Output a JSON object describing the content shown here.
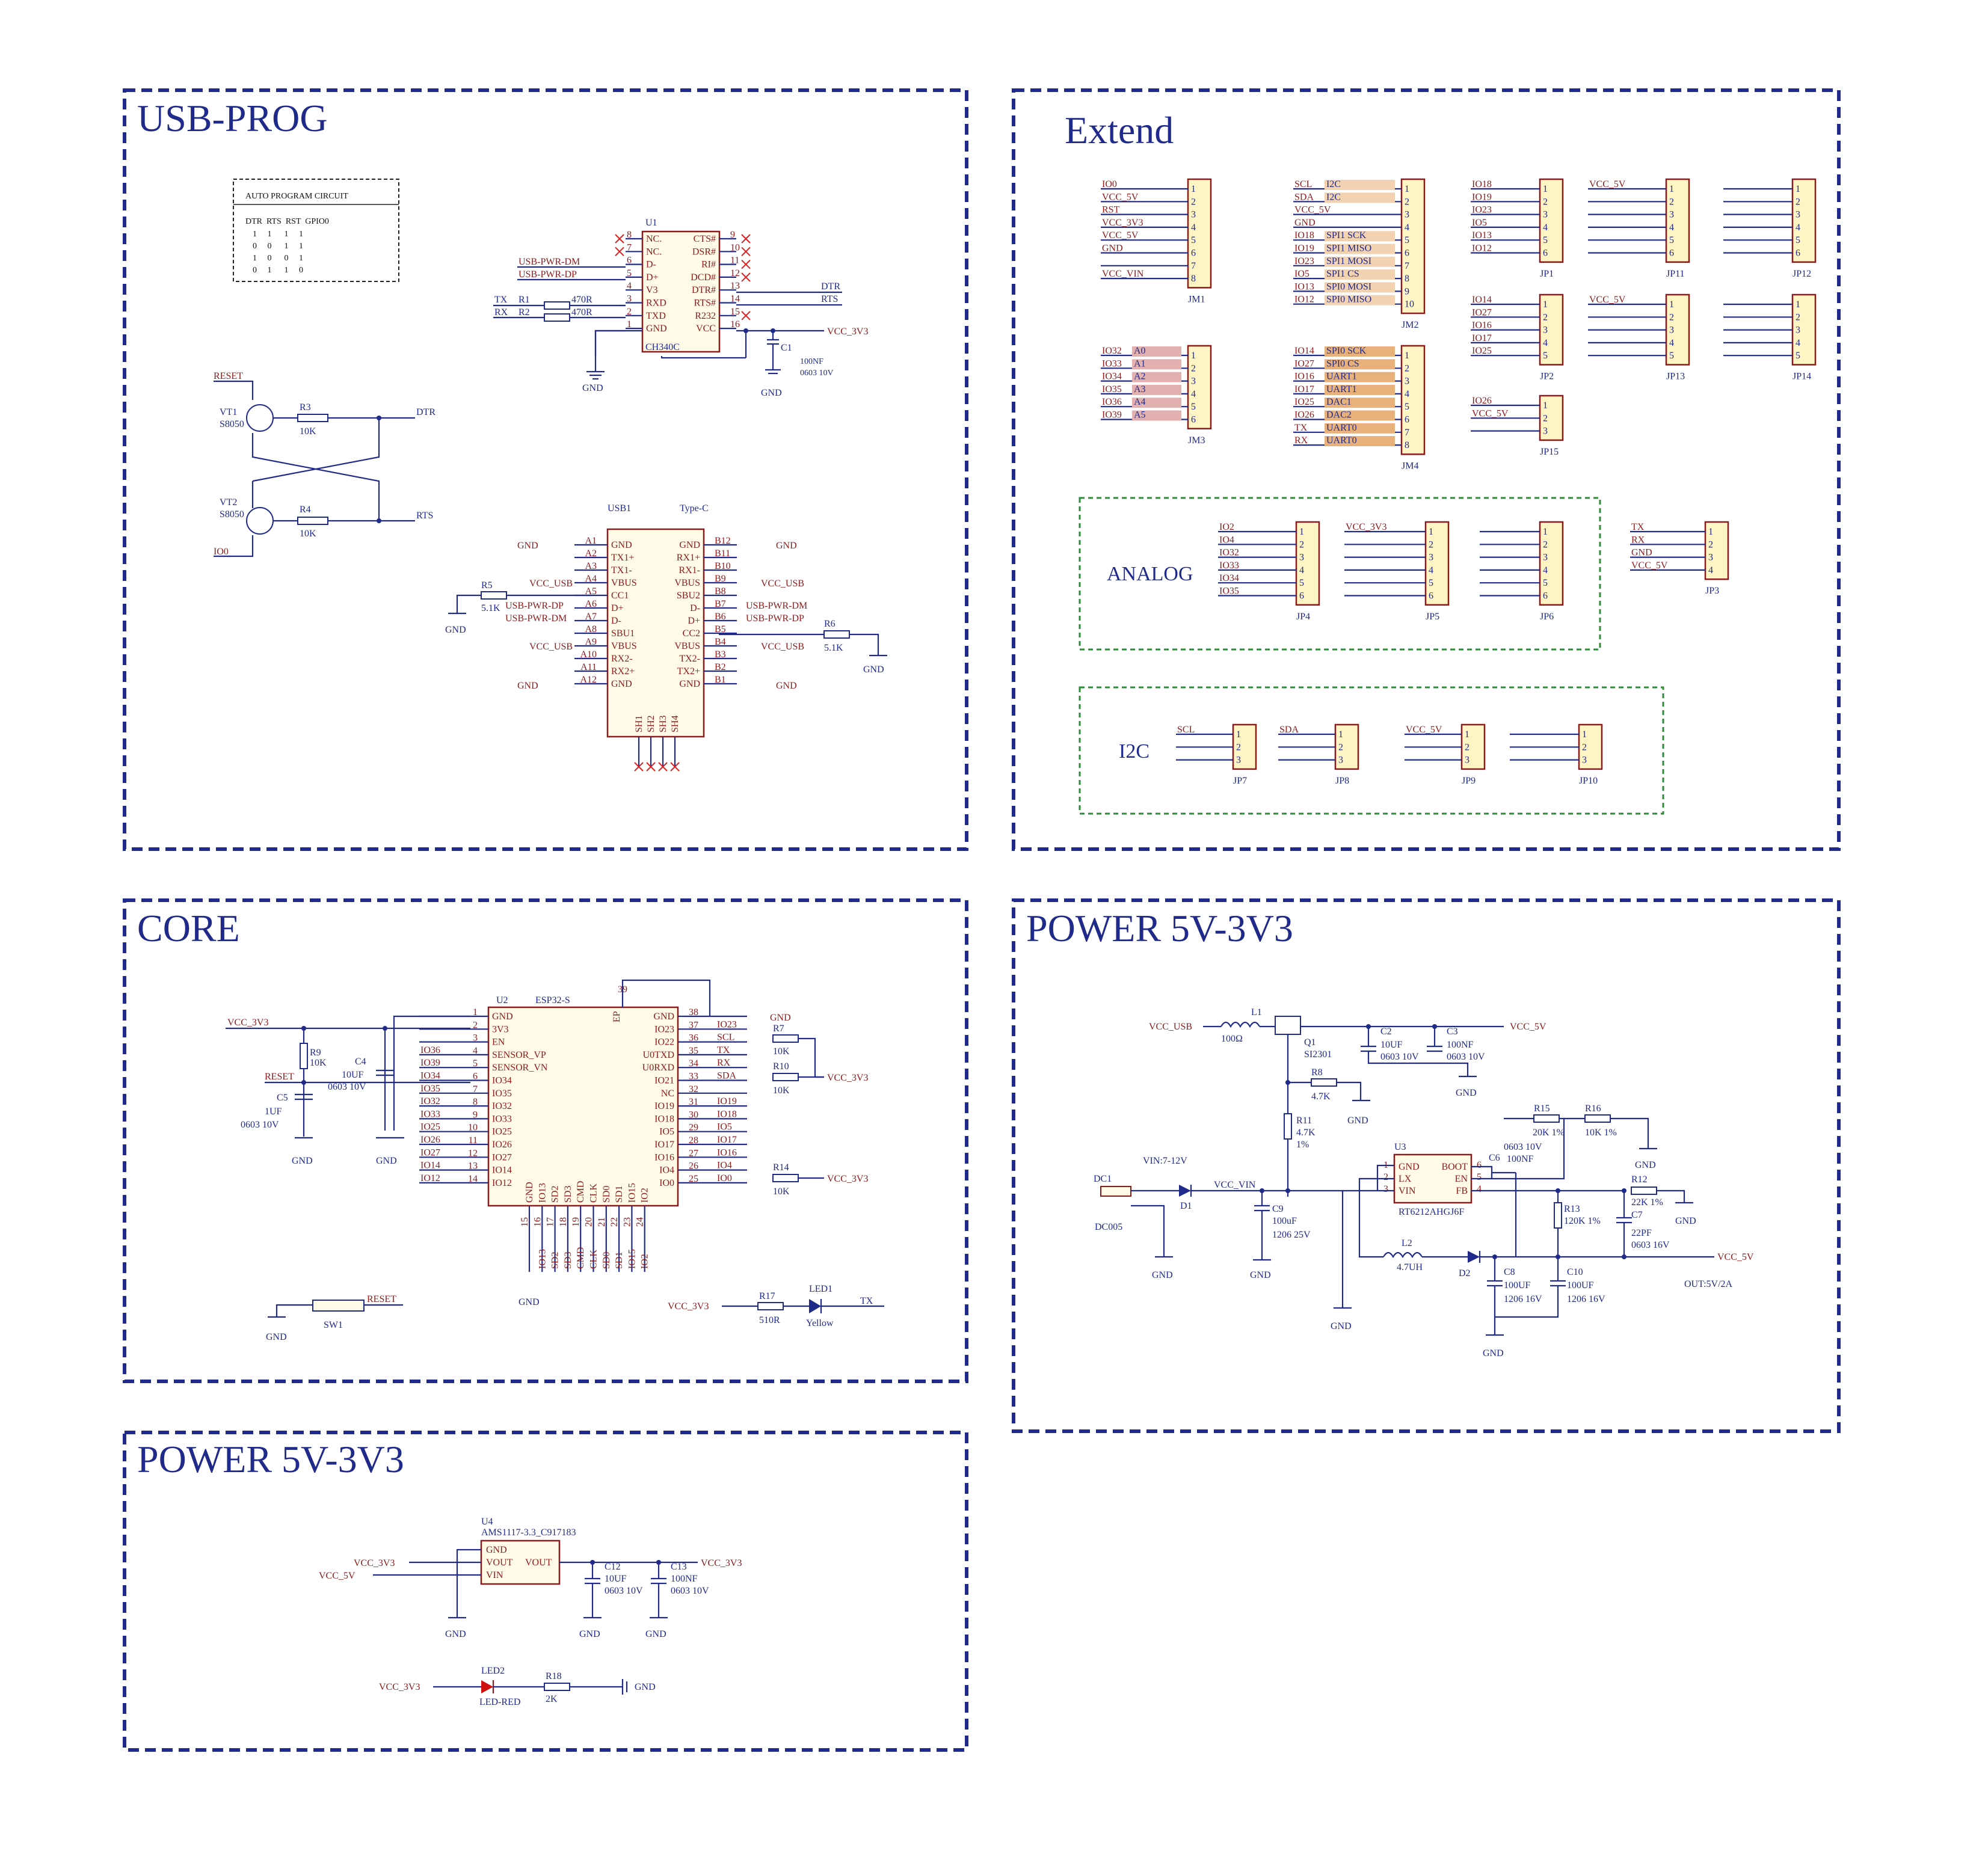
{
  "sections": {
    "usb_prog": "USB-PROG",
    "extend": "Extend",
    "core": "CORE",
    "power1": "POWER 5V-3V3",
    "power2": "POWER 5V-3V3",
    "analog": "ANALOG",
    "i2c": "I2C"
  },
  "auto_prog": {
    "title": "AUTO PROGRAM CIRCUIT",
    "header": "DTR  RTS  RST  GPIO0",
    "rows": [
      "1     1      1     1",
      "0     0      1     1",
      "1     0      0     1",
      "0     1      1     0"
    ]
  },
  "usb_prog": {
    "u1_ref": "U1",
    "u1_part": "CH340C",
    "u1_left_pins": [
      "NC.",
      "NC.",
      "D-",
      "D+",
      "V3",
      "RXD",
      "TXD",
      "GND"
    ],
    "u1_left_nums": [
      "8",
      "7",
      "6",
      "5",
      "4",
      "3",
      "2",
      "1"
    ],
    "u1_right_pins": [
      "CTS#",
      "DSR#",
      "RI#",
      "DCD#",
      "DTR#",
      "RTS#",
      "R232",
      "VCC"
    ],
    "u1_right_nums": [
      "9",
      "10",
      "11",
      "12",
      "13",
      "14",
      "15",
      "16"
    ],
    "net_usb_dm": "USB-PWR-DM",
    "net_usb_dp": "USB-PWR-DP",
    "tx": "TX",
    "rx": "RX",
    "r1": "R1",
    "r2": "R2",
    "r1_val": "470R",
    "r2_val": "470R",
    "dtr": "DTR",
    "rts": "RTS",
    "vcc3v3": "VCC_3V3",
    "c1": "C1",
    "c1_val": "100NF",
    "c1_pkg": "0603 10V",
    "gnd": "GND",
    "reset": "RESET",
    "vt1": "VT1",
    "vt1_part": "S8050",
    "vt2": "VT2",
    "vt2_part": "S8050",
    "r3": "R3",
    "r3_val": "10K",
    "r4": "R4",
    "r4_val": "10K",
    "io0": "IO0",
    "usb1": "USB1",
    "typec": "Type-C",
    "usb_left_nums": [
      "A1",
      "A2",
      "A3",
      "A4",
      "A5",
      "A6",
      "A7",
      "A8",
      "A9",
      "A10",
      "A11",
      "A12"
    ],
    "usb_left_pins": [
      "GND",
      "TX1+",
      "TX1-",
      "VBUS",
      "CC1",
      "D+",
      "D-",
      "SBU1",
      "VBUS",
      "RX2-",
      "RX2+",
      "GND"
    ],
    "usb_right_nums": [
      "B12",
      "B11",
      "B10",
      "B9",
      "B8",
      "B7",
      "B6",
      "B5",
      "B4",
      "B3",
      "B2",
      "B1"
    ],
    "usb_right_pins": [
      "GND",
      "RX1+",
      "RX1-",
      "VBUS",
      "SBU2",
      "D-",
      "D+",
      "CC2",
      "VBUS",
      "TX2-",
      "TX2+",
      "GND"
    ],
    "usb_bottom": [
      "SH1",
      "SH2",
      "SH3",
      "SH4"
    ],
    "vcc_usb": "VCC_USB",
    "r5": "R5",
    "r5_val": "5.1K",
    "r6": "R6",
    "r6_val": "5.1K"
  },
  "extend": {
    "jm1": {
      "ref": "JM1",
      "nets": [
        "IO0",
        "VCC_5V",
        "RST",
        "VCC_3V3",
        "VCC_5V",
        "GND",
        "",
        "VCC_VIN"
      ]
    },
    "jm2": {
      "ref": "JM2",
      "nets": [
        "SCL",
        "SDA",
        "VCC_5V",
        "GND",
        "IO18",
        "IO19",
        "IO23",
        "IO5",
        "IO13",
        "IO12"
      ],
      "tags": [
        "I2C",
        "I2C",
        "",
        "",
        "SPI1  SCK",
        "SPI1  MISO",
        "SPI1  MOSI",
        "SPI1  CS",
        "SPI0  MOSI",
        "SPI0  MISO"
      ]
    },
    "jm3": {
      "ref": "JM3",
      "nets": [
        "IO32",
        "IO33",
        "IO34",
        "IO35",
        "IO36",
        "IO39"
      ],
      "tags": [
        "A0",
        "A1",
        "A2",
        "A3",
        "A4",
        "A5"
      ]
    },
    "jm4": {
      "ref": "JM4",
      "nets": [
        "IO14",
        "IO27",
        "IO16",
        "IO17",
        "IO25",
        "IO26",
        "TX",
        "RX"
      ],
      "tags": [
        "SPI0  SCK",
        "SPI0  CS",
        "UART1",
        "UART1",
        "DAC1",
        "DAC2",
        "UART0",
        "UART0"
      ]
    },
    "jp1": {
      "ref": "JP1",
      "nets": [
        "IO18",
        "IO19",
        "IO23",
        "IO5",
        "IO13",
        "IO12"
      ]
    },
    "jp2": {
      "ref": "JP2",
      "nets": [
        "IO14",
        "IO27",
        "IO16",
        "IO17",
        "IO25"
      ]
    },
    "jp15": {
      "ref": "JP15",
      "nets": [
        "IO26",
        "VCC_5V",
        ""
      ]
    },
    "jp11": "JP11",
    "jp12": "JP12",
    "jp13": "JP13",
    "jp14": "JP14",
    "jp4": {
      "ref": "JP4",
      "nets": [
        "IO2",
        "IO4",
        "IO32",
        "IO33",
        "IO34",
        "IO35"
      ]
    },
    "jp5": "JP5",
    "jp6": "JP6",
    "jp3": {
      "ref": "JP3",
      "nets": [
        "TX",
        "RX",
        "GND",
        "VCC_5V"
      ]
    },
    "jp7": "JP7",
    "jp8": "JP8",
    "jp9": "JP9",
    "jp10": "JP10",
    "scl": "SCL",
    "sda": "SDA"
  },
  "core": {
    "u2": "U2",
    "u2_part": "ESP32-S",
    "left_nums": [
      "1",
      "2",
      "3",
      "4",
      "5",
      "6",
      "7",
      "8",
      "9",
      "10",
      "11",
      "12",
      "13",
      "14"
    ],
    "left_pins": [
      "GND",
      "3V3",
      "EN",
      "SENSOR_VP",
      "SENSOR_VN",
      "IO34",
      "IO35",
      "IO32",
      "IO33",
      "IO25",
      "IO26",
      "IO27",
      "IO14",
      "IO12"
    ],
    "left_nets": [
      "",
      "",
      "",
      "IO36",
      "IO39",
      "IO34",
      "IO35",
      "IO32",
      "IO33",
      "IO25",
      "IO26",
      "IO27",
      "IO14",
      "IO12"
    ],
    "right_nums": [
      "38",
      "37",
      "36",
      "35",
      "34",
      "33",
      "32",
      "31",
      "30",
      "29",
      "28",
      "27",
      "26",
      "25"
    ],
    "right_pins": [
      "GND",
      "IO23",
      "IO22",
      "U0TXD",
      "U0RXD",
      "IO21",
      "NC",
      "IO19",
      "IO18",
      "IO5",
      "IO17",
      "IO16",
      "IO4",
      "IO0"
    ],
    "right_nets": [
      "",
      "IO23",
      "SCL",
      "TX",
      "RX",
      "SDA",
      "",
      "IO19",
      "IO18",
      "IO5",
      "IO17",
      "IO16",
      "IO4",
      "IO0"
    ],
    "bottom_pins": [
      "GND",
      "IO13",
      "SD2",
      "SD3",
      "CMD",
      "CLK",
      "SD0",
      "SD1",
      "IO15",
      "IO2"
    ],
    "bottom_nums": [
      "15",
      "16",
      "17",
      "18",
      "19",
      "20",
      "21",
      "22",
      "23",
      "24"
    ],
    "ep": "EP",
    "ep_num": "39",
    "vcc3v3": "VCC_3V3",
    "r9": "R9",
    "r9_val": "10K",
    "c4": "C4",
    "c4_val": "10UF",
    "c4_pkg": "0603 10V",
    "reset": "RESET",
    "c5": "C5",
    "c5_val": "1UF",
    "c5_pkg": "0603 10V",
    "r7": "R7",
    "r7_val": "10K",
    "r10": "R10",
    "r10_val": "10K",
    "r14": "R14",
    "r14_val": "10K",
    "sw1": "SW1",
    "r17": "R17",
    "r17_val": "510R",
    "led1": "LED1",
    "led1_color": "Yellow",
    "tx": "TX",
    "gnd": "GND"
  },
  "power_right": {
    "vcc_usb": "VCC_USB",
    "l1": "L1",
    "l1_val": "100Ω",
    "q1": "Q1",
    "q1_part": "SI2301",
    "c2": "C2",
    "c2_val": "10UF",
    "c2_pkg": "0603 10V",
    "c3": "C3",
    "c3_val": "100NF",
    "c3_pkg": "0603 10V",
    "vcc_5v": "VCC_5V",
    "r8": "R8",
    "r8_val": "4.7K",
    "r11": "R11",
    "r11_val": "4.7K",
    "r11_tol": "1%",
    "vin_range": "VIN:7-12V",
    "dc1": "DC1",
    "dc_part": "DC005",
    "d1": "D1",
    "vcc_vin": "VCC_VIN",
    "c9": "C9",
    "c9_val": "100uF",
    "c9_pkg": "1206 25V",
    "u3": "U3",
    "u3_part": "RT6212AHGJ6F",
    "u3_left": [
      "GND",
      "LX",
      "VIN"
    ],
    "u3_right": [
      "BOOT",
      "EN",
      "FB"
    ],
    "c6": "C6",
    "c6_pkg": "0603 10V",
    "c6_val": "100NF",
    "r15": "R15",
    "r15_val": "20K 1%",
    "r16": "R16",
    "r16_val": "10K 1%",
    "r12": "R12",
    "r12_val": "22K 1%",
    "r13": "R13",
    "r13_val": "120K 1%",
    "c7": "C7",
    "c7_val": "22PF",
    "c7_pkg": "0603 16V",
    "l2": "L2",
    "l2_val": "4.7UH",
    "d2": "D2",
    "c8": "C8",
    "c8_val": "100UF",
    "c8_pkg": "1206 16V",
    "c10": "C10",
    "c10_val": "100UF",
    "c10_pkg": "1206 16V",
    "out": "OUT:5V/2A",
    "gnd": "GND"
  },
  "power_left": {
    "u4": "U4",
    "u4_part": "AMS1117-3.3_C917183",
    "pins_left": [
      "GND",
      "VOUT",
      "VIN"
    ],
    "vout_r": "VOUT",
    "vcc3v3": "VCC_3V3",
    "vcc5v": "VCC_5V",
    "c12": "C12",
    "c12_val": "10UF",
    "c12_pkg": "0603 10V",
    "c13": "C13",
    "c13_val": "100NF",
    "c13_pkg": "0603 10V",
    "led2": "LED2",
    "led2_color": "LED-RED",
    "r18": "R18",
    "r18_val": "2K",
    "gnd": "GND"
  }
}
